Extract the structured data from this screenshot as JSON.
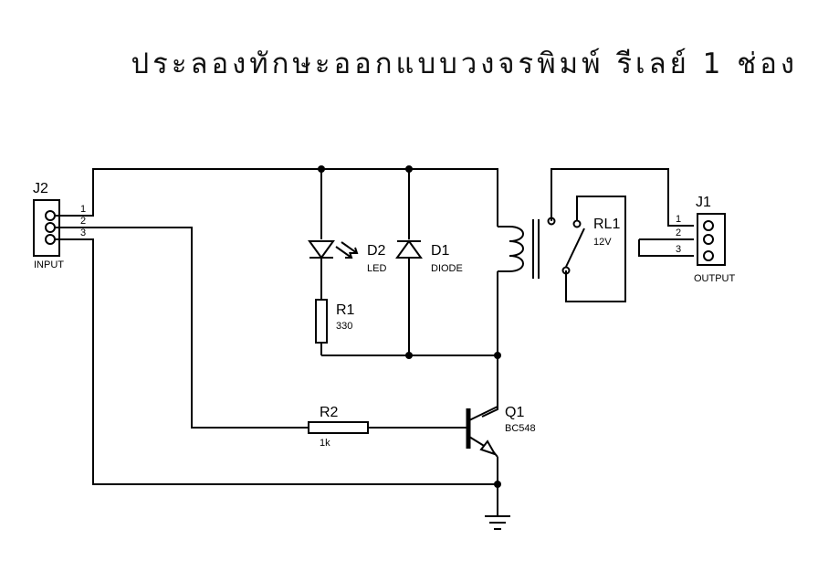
{
  "title": "ประลองทักษะออกแบบวงจรพิมพ์ รีเลย์ 1 ช่อง",
  "components": {
    "j2": {
      "ref": "J2",
      "label": "INPUT",
      "pins": [
        "1",
        "2",
        "3"
      ]
    },
    "j1": {
      "ref": "J1",
      "label": "OUTPUT",
      "pins": [
        "1",
        "2",
        "3"
      ]
    },
    "d2": {
      "ref": "D2",
      "value": "LED"
    },
    "d1": {
      "ref": "D1",
      "value": "DIODE"
    },
    "r1": {
      "ref": "R1",
      "value": "330"
    },
    "r2": {
      "ref": "R2",
      "value": "1k"
    },
    "q1": {
      "ref": "Q1",
      "value": "BC548"
    },
    "rl1": {
      "ref": "RL1",
      "value": "12V"
    }
  }
}
